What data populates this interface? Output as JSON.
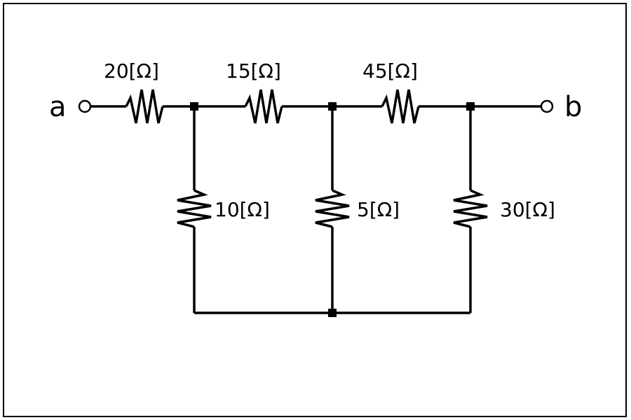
{
  "terminals": {
    "a": "a",
    "b": "b"
  },
  "resistors": {
    "r1": "20[Ω]",
    "r2": "15[Ω]",
    "r3": "45[Ω]",
    "r4": "10[Ω]",
    "r5": "5[Ω]",
    "r6": "30[Ω]"
  },
  "colors": {
    "line": "#000000",
    "background": "#ffffff"
  }
}
